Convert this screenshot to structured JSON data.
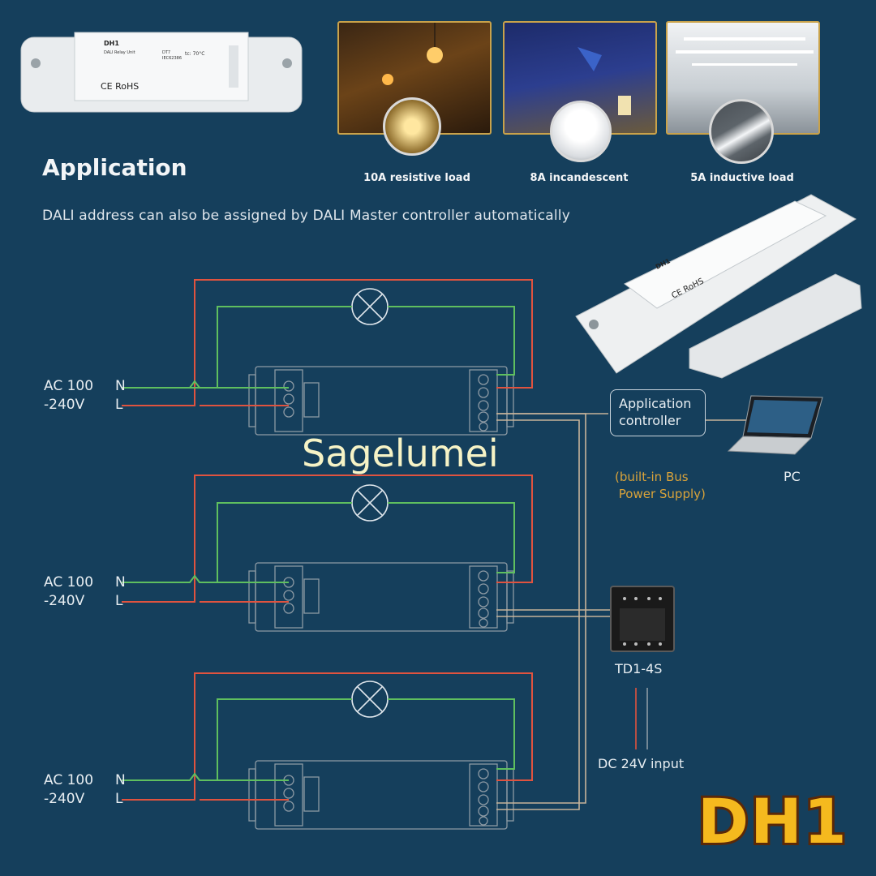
{
  "heading": "Application",
  "subtext": "DALI address can also be assigned by DALI Master controller automatically",
  "photos": [
    {
      "caption": "10A resistive load"
    },
    {
      "caption": "8A incandescent"
    },
    {
      "caption": "5A inductive load"
    }
  ],
  "device_label": {
    "model": "DH1",
    "name": "DALI Relay Unit",
    "type": "DT7",
    "standard": "IEC62386",
    "tc": "tc: 70°C",
    "marks": "CE RoHS"
  },
  "circuits": [
    {
      "mains": "AC 100",
      "mains2": "-240V",
      "n": "N",
      "l": "L"
    },
    {
      "mains": "AC 100",
      "mains2": "-240V",
      "n": "N",
      "l": "L"
    },
    {
      "mains": "AC 100",
      "mains2": "-240V",
      "n": "N",
      "l": "L"
    }
  ],
  "app_controller": {
    "line1": "Application",
    "line2": "controller"
  },
  "bus_power": {
    "line1": "(built-in Bus",
    "line2": " Power Supply)"
  },
  "pc_label": "PC",
  "panel_label": "TD1-4S",
  "dc_input": "DC 24V input",
  "watermark": "Sagelumei",
  "badge": "DH1",
  "colors": {
    "background": "#153f5c",
    "live_wire": "#e0533f",
    "neutral_wire": "#5fbf5f",
    "bus_wire": "#c7b49a",
    "accent": "#c9a24a"
  }
}
